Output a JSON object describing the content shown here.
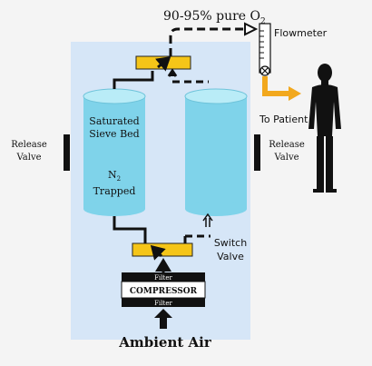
{
  "labels": {
    "output_purity": "90-95% pure O",
    "output_purity_sub": "2",
    "flowmeter": "Flowmeter",
    "to_patient": "To Patient",
    "sieve_bed_left_line1": "Saturated",
    "sieve_bed_left_line2": "Sieve Bed",
    "n2_main": "N",
    "n2_sub": "2",
    "trapped": "Trapped",
    "release_valve_left_line1": "Release",
    "release_valve_left_line2": "Valve",
    "release_valve_right_line1": "Release",
    "release_valve_right_line2": "Valve",
    "switch_valve_line1": "Switch",
    "switch_valve_line2": "Valve",
    "filter_top": "Filter",
    "compressor": "COMPRESSOR",
    "filter_bottom": "Filter",
    "ambient_air": "Ambient Air"
  },
  "colors": {
    "page_bg": "#f4f4f4",
    "panel_bg": "#d6e6f7",
    "cylinder_fill": "#7fd3ea",
    "cylinder_top": "#b9ecf7",
    "valve_yellow": "#f5c518",
    "patient_arrow": "#f2a81d",
    "ink": "#111111"
  },
  "icons": {
    "flowmeter_icon": "flowmeter-tube-icon",
    "patient_icon": "person-silhouette-icon"
  }
}
